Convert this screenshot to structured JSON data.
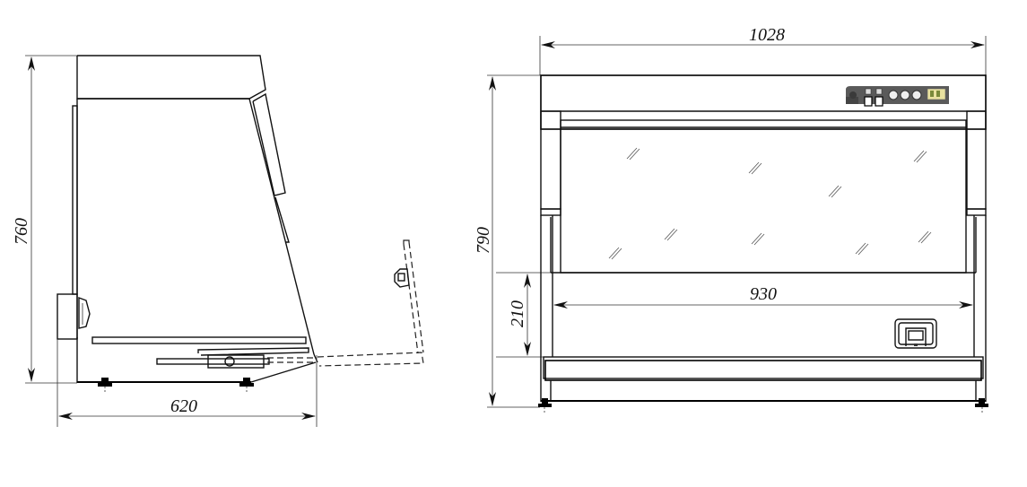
{
  "drawing": {
    "side_view": {
      "label": "side-view",
      "dimensions": {
        "height": "760",
        "depth": "620"
      }
    },
    "front_view": {
      "label": "front-view",
      "dimensions": {
        "width": "1028",
        "height": "790",
        "inner_width": "930",
        "opening_height": "210"
      }
    },
    "control_panel": {
      "buttons": [
        "switch-1",
        "switch-2"
      ],
      "knobs": 3,
      "display": "indicator-display"
    },
    "colors": {
      "line": "#111111",
      "background": "#ffffff",
      "panel": "#555555"
    }
  }
}
